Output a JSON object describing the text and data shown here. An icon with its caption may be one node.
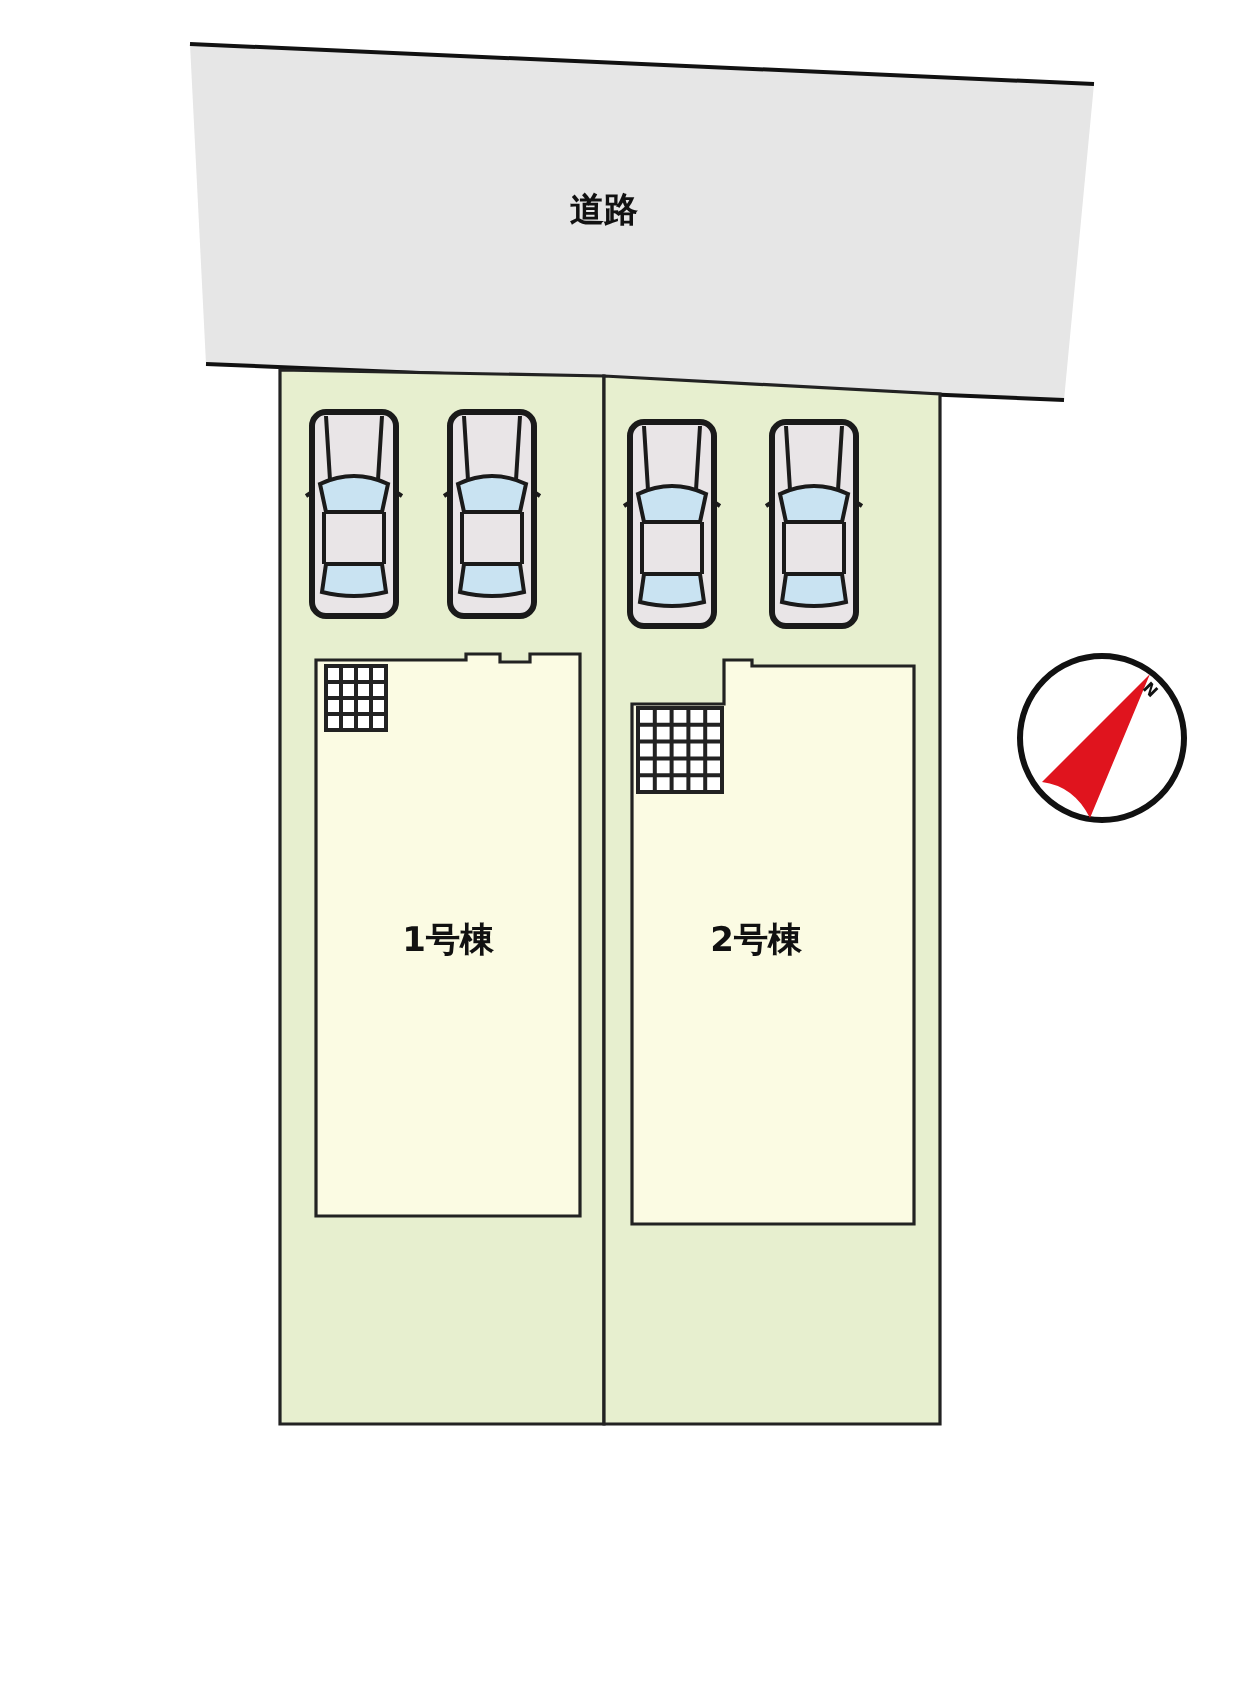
{
  "diagram": {
    "nodes": [
      {
        "text": [
          "道路"
        ]
      },
      {
        "text": [],
        "shape": "box"
      },
      {
        "text": [],
        "shape": "box"
      },
      {
        "text": [
          "1号棟"
        ],
        "in": 1
      },
      {
        "text": [
          "2号棟"
        ],
        "in": 2
      }
    ],
    "labels": [
      "N"
    ]
  }
}
